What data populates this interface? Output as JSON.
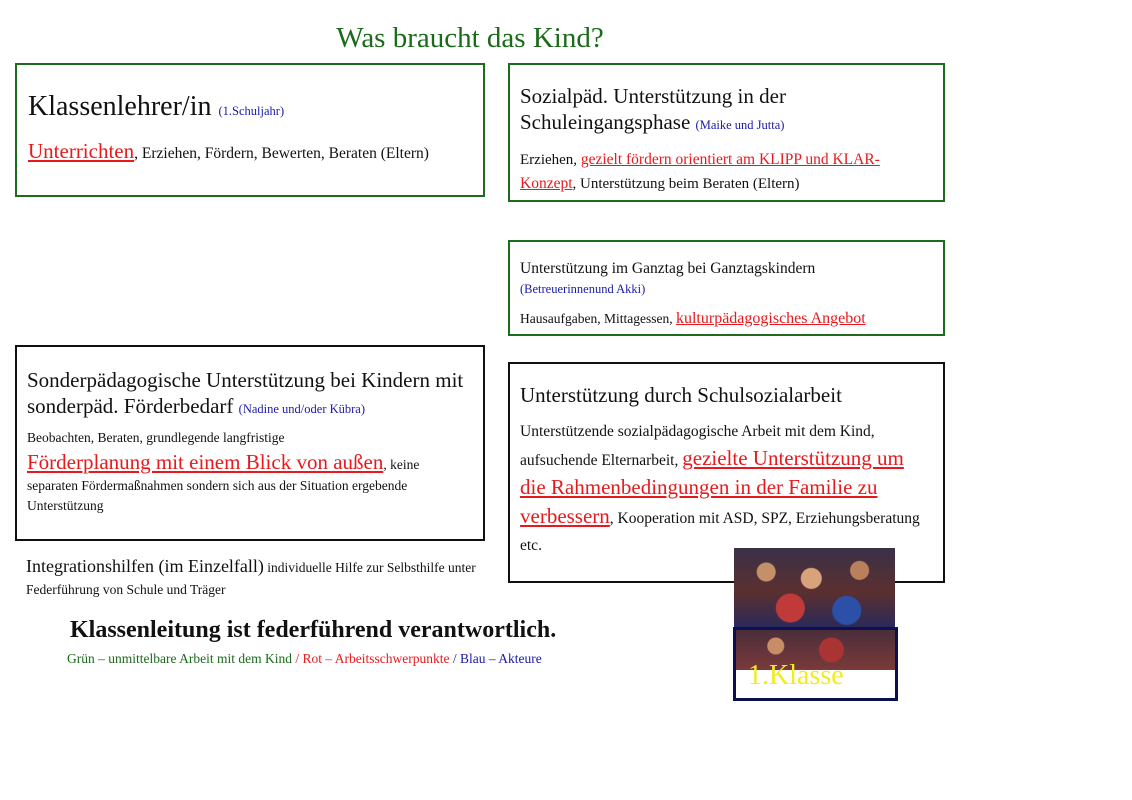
{
  "title": "Was braucht das Kind?",
  "boxes": {
    "klassenlehrer": {
      "heading": "Klassenlehrer/in",
      "actor": "(1.Schuljahr)",
      "focus": "Unterrichten",
      "rest": ", Erziehen, Fördern, Bewerten, Beraten (Eltern)"
    },
    "sozialpaed": {
      "heading": "Sozialpäd. Unterstützung in der Schuleingangsphase",
      "actor": "(Maike und Jutta)",
      "pre": "Erziehen, ",
      "focus": "gezielt fördern orientiert am KLIPP und KLAR-Konzept",
      "rest": ", Unterstützung beim Beraten (Eltern)"
    },
    "ganztag": {
      "heading": "Unterstützung im Ganztag bei Ganztagskindern",
      "actor": "(Betreuerinnenund Akki)",
      "pre": "Hausaufgaben, Mittagessen, ",
      "focus": "kulturpädagogisches Angebot"
    },
    "sonderpaed": {
      "heading": "Sonderpädagogische Unterstützung bei Kindern mit sonderpäd. Förderbedarf",
      "actor": "(Nadine und/oder Kübra)",
      "pre": "Beobachten, Beraten, grundlegende langfristige",
      "focus": "Förderplanung mit einem Blick von außen",
      "rest": ", keine separaten Fördermaßnahmen sondern sich aus der Situation ergebende Unterstützung"
    },
    "schulsozial": {
      "heading": "Unterstützung durch Schulsozialarbeit",
      "pre": "Unterstützende sozialpädagogische Arbeit mit dem Kind, aufsuchende Elternarbeit, ",
      "focus": "gezielte Unterstützung um die Rahmenbedingungen in der Familie zu verbessern",
      "rest": ", Kooperation mit ASD, SPZ, Erziehungsberatung etc."
    }
  },
  "integration": {
    "heading": "Integrationshilfen (im Einzelfall)",
    "rest": " individuelle Hilfe zur Selbsthilfe unter Federführung von Schule und Träger"
  },
  "lead_statement": "Klassenleitung ist federführend verantwortlich.",
  "legend": {
    "green": "Grün – unmittelbare Arbeit mit dem Kind",
    "sep1": " / ",
    "red": "Rot – Arbeitsschwerpunkte",
    "sep2": " / ",
    "blue": "Blau – Akteure"
  },
  "photo_label": "1.Klasse",
  "colors": {
    "green": "#1a6b1a",
    "red": "#e8191c",
    "blue": "#1a1aa8",
    "label_yellow": "#f2ec1d",
    "frame_navy": "#0d1050"
  }
}
